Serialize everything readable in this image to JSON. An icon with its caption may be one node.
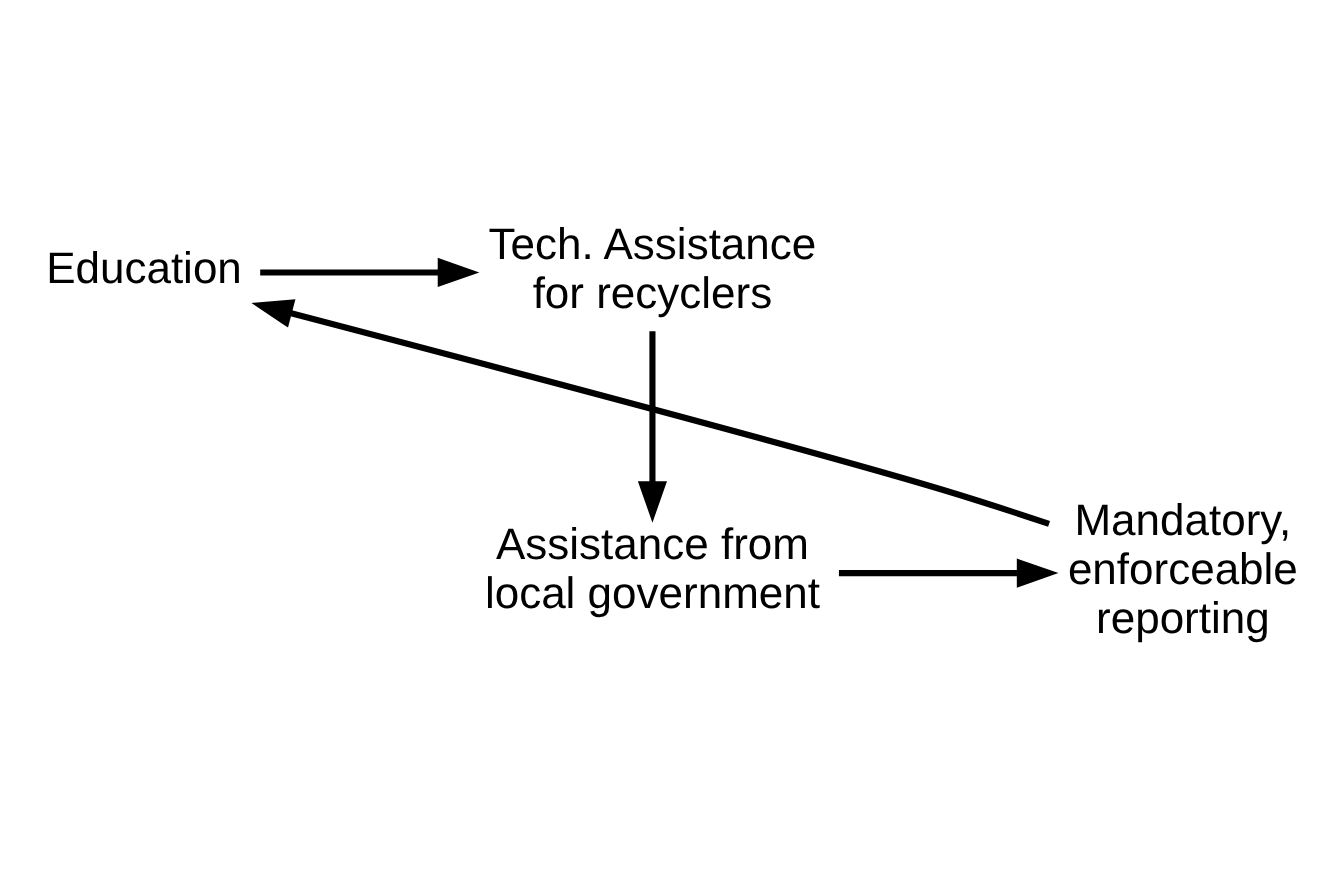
{
  "diagram": {
    "nodes": [
      {
        "text": [
          "Education"
        ]
      },
      {
        "text": [
          "Tech. Assistance for recyclers"
        ]
      },
      {
        "text": [
          "Assistance from local government"
        ]
      },
      {
        "text": [
          "Mandatory, enforceable reporting"
        ]
      }
    ],
    "edges": [
      {
        "from": 0,
        "to": 1,
        "arrow": "to"
      },
      {
        "from": 1,
        "to": 2,
        "arrow": "to"
      },
      {
        "from": 2,
        "to": 3,
        "arrow": "to"
      },
      {
        "from": 3,
        "to": 0,
        "arrow": "to"
      }
    ]
  }
}
